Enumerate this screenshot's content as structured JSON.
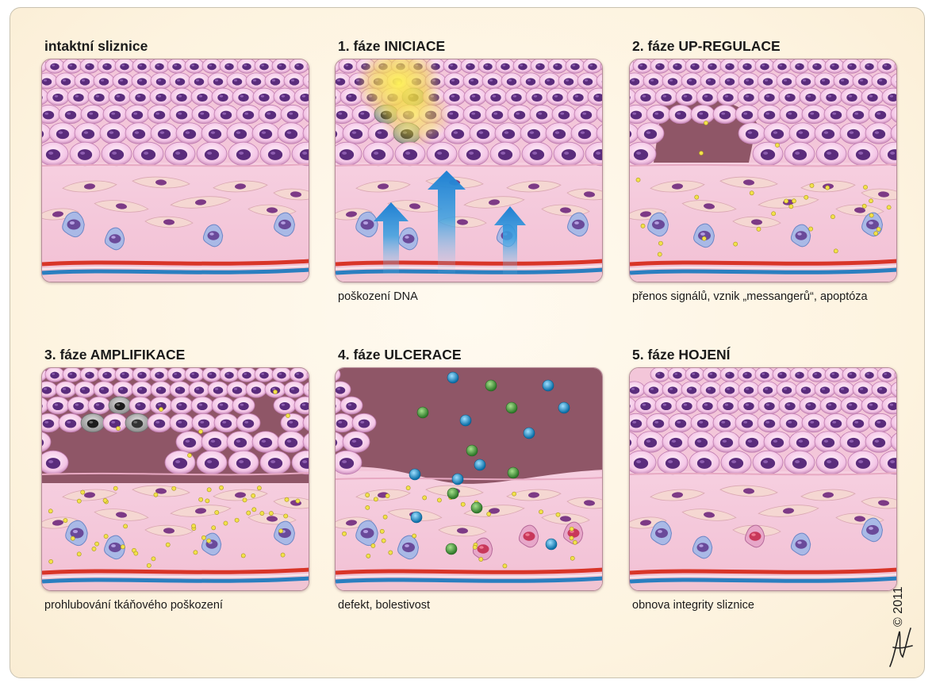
{
  "panels": [
    {
      "title": "intaktní sliznice",
      "caption": "",
      "variant": "intact"
    },
    {
      "title": "1. fáze INICIACE",
      "caption": "poškození DNA",
      "variant": "initiation"
    },
    {
      "title": "2. fáze UP-REGULACE",
      "caption": "přenos signálů, vznik „messangerů“, apoptóza",
      "variant": "upregulation"
    },
    {
      "title": "3. fáze AMPLIFIKACE",
      "caption": "prohlubování tkáňového poškození",
      "variant": "amplification"
    },
    {
      "title": "4. fáze ULCERACE",
      "caption": "defekt, bolestivost",
      "variant": "ulceration"
    },
    {
      "title": "5. fáze HOJENÍ",
      "caption": "obnova integrity sliznice",
      "variant": "healing"
    }
  ],
  "copyright": "© 2011",
  "colors": {
    "epithelium": "#f4c6e6",
    "nucleus": "#5a2c7c",
    "damaged_cell": "#8c8c8c",
    "connective_tissue": "#f2c0d4",
    "defect": "#8f5667",
    "artery": "#d83528",
    "vein": "#2a7fc0",
    "signal_yellow": "#f2e24a",
    "signal_blue": "#1f8fc8",
    "signal_green": "#4a9a3e"
  }
}
